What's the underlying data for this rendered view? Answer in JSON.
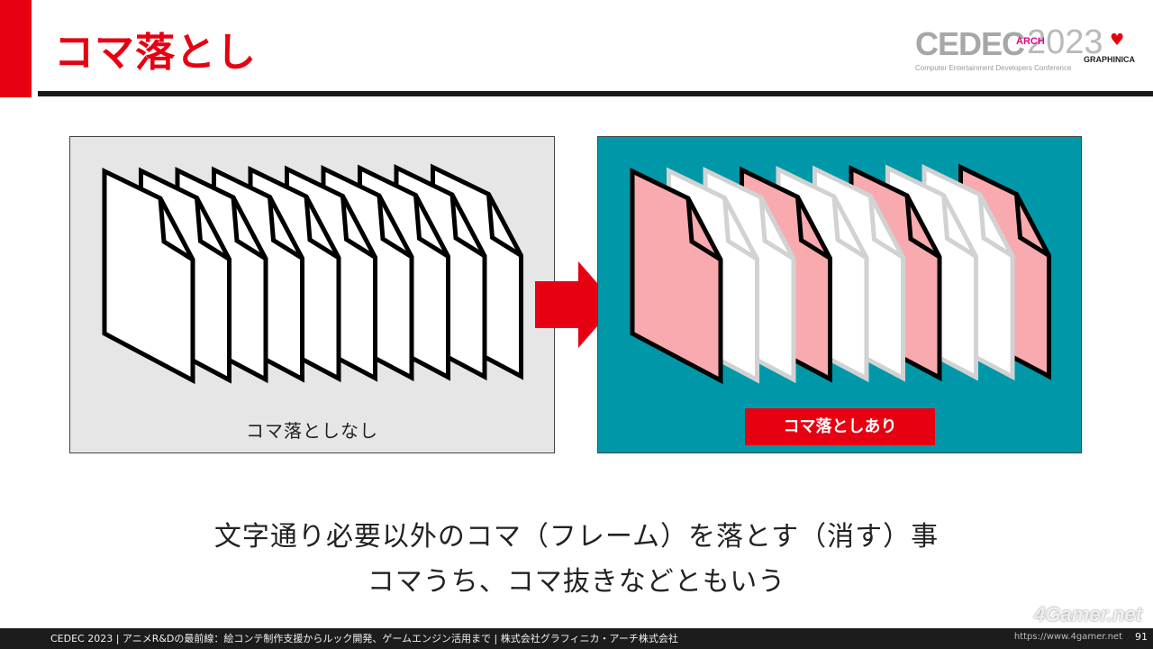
{
  "slide": {
    "title": "コマ落とし",
    "accent_color": "#e60012",
    "teal_color": "#0098a8"
  },
  "logo": {
    "cedec": "CEDEC",
    "year": "2023",
    "arch": "ARCH",
    "graphinica": "GRAPHINICA",
    "subtitle": "Computer Entertainment Developers Conference"
  },
  "diagram": {
    "left_label": "コマ落としなし",
    "right_label": "コマ落としあり",
    "left_frames": [
      "white",
      "white",
      "white",
      "white",
      "white",
      "white",
      "white",
      "white",
      "white",
      "white"
    ],
    "right_frames": [
      "pink",
      "white",
      "white",
      "pink",
      "white",
      "white",
      "pink",
      "white",
      "white",
      "pink"
    ],
    "arrow_icon": "right-arrow-icon"
  },
  "body": {
    "line1": "文字通り必要以外のコマ（フレーム）を落とす（消す）事",
    "line2": "コマうち、コマ抜きなどともいう"
  },
  "footer": {
    "text": "CEDEC 2023 | アニメR&Dの最前線：絵コンテ制作支援からルック開発、ゲームエンジン活用まで | 株式会社グラフィニカ・アーチ株式会社",
    "url": "https://www.4gamer.net",
    "page": "91",
    "watermark": "4Gamer.net"
  }
}
